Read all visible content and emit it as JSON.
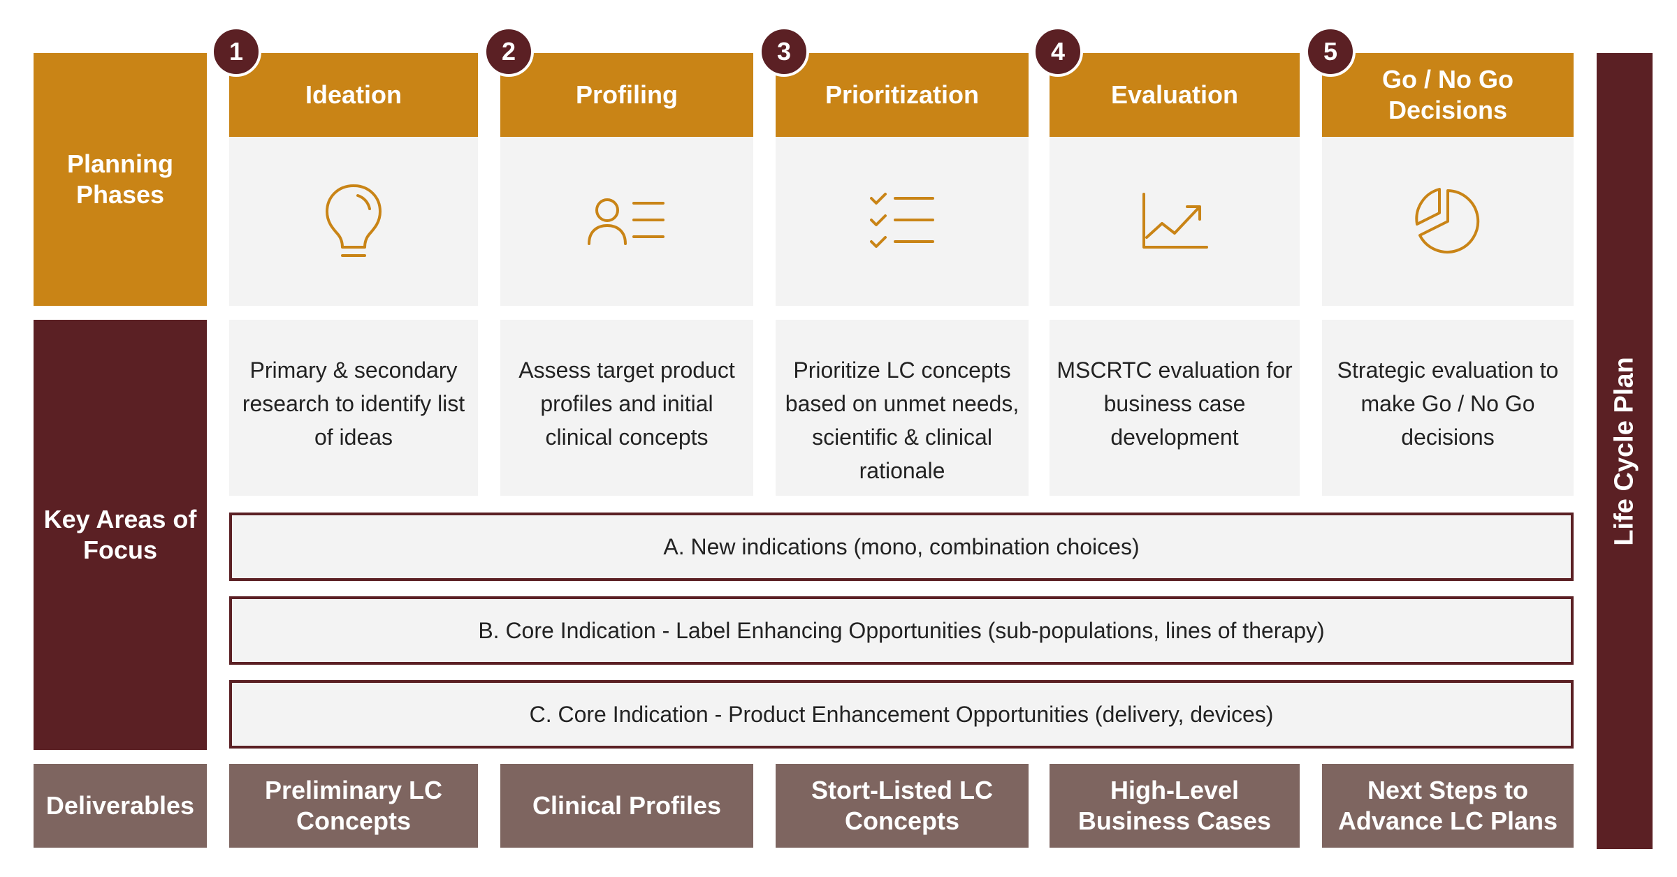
{
  "row_labels": {
    "planning": "Planning Phases",
    "focus": "Key Areas of Focus",
    "deliverables": "Deliverables"
  },
  "side_label": "Life Cycle Plan",
  "phases": [
    {
      "number": "1",
      "title": "Ideation",
      "icon": "lightbulb-icon",
      "description": "Primary & secondary research to identify list of ideas",
      "deliverable": "Preliminary LC Concepts"
    },
    {
      "number": "2",
      "title": "Profiling",
      "icon": "profile-list-icon",
      "description": "Assess target product profiles and initial clinical concepts",
      "deliverable": "Clinical Profiles"
    },
    {
      "number": "3",
      "title": "Prioritization",
      "icon": "checklist-icon",
      "description": "Prioritize LC concepts based on unmet needs, scientific & clinical rationale",
      "deliverable": "Stort-Listed LC Concepts"
    },
    {
      "number": "4",
      "title": "Evaluation",
      "icon": "trend-chart-icon",
      "description": "MSCRTC evaluation for business case development",
      "deliverable": "High-Level Business Cases"
    },
    {
      "number": "5",
      "title": "Go / No Go Decisions",
      "icon": "pie-chart-icon",
      "description": "Strategic evaluation to make Go / No Go decisions",
      "deliverable": "Next Steps to Advance LC Plans"
    }
  ],
  "focus_areas": [
    "A. New indications (mono, combination choices)",
    "B. Core Indication - Label Enhancing Opportunities (sub-populations, lines of therapy)",
    "C. Core Indication - Product Enhancement Opportunities (delivery, devices)"
  ],
  "colors": {
    "gold": "#c98416",
    "maroon": "#5b2024",
    "taupe": "#7e6560",
    "light_panel": "#f3f3f3"
  }
}
